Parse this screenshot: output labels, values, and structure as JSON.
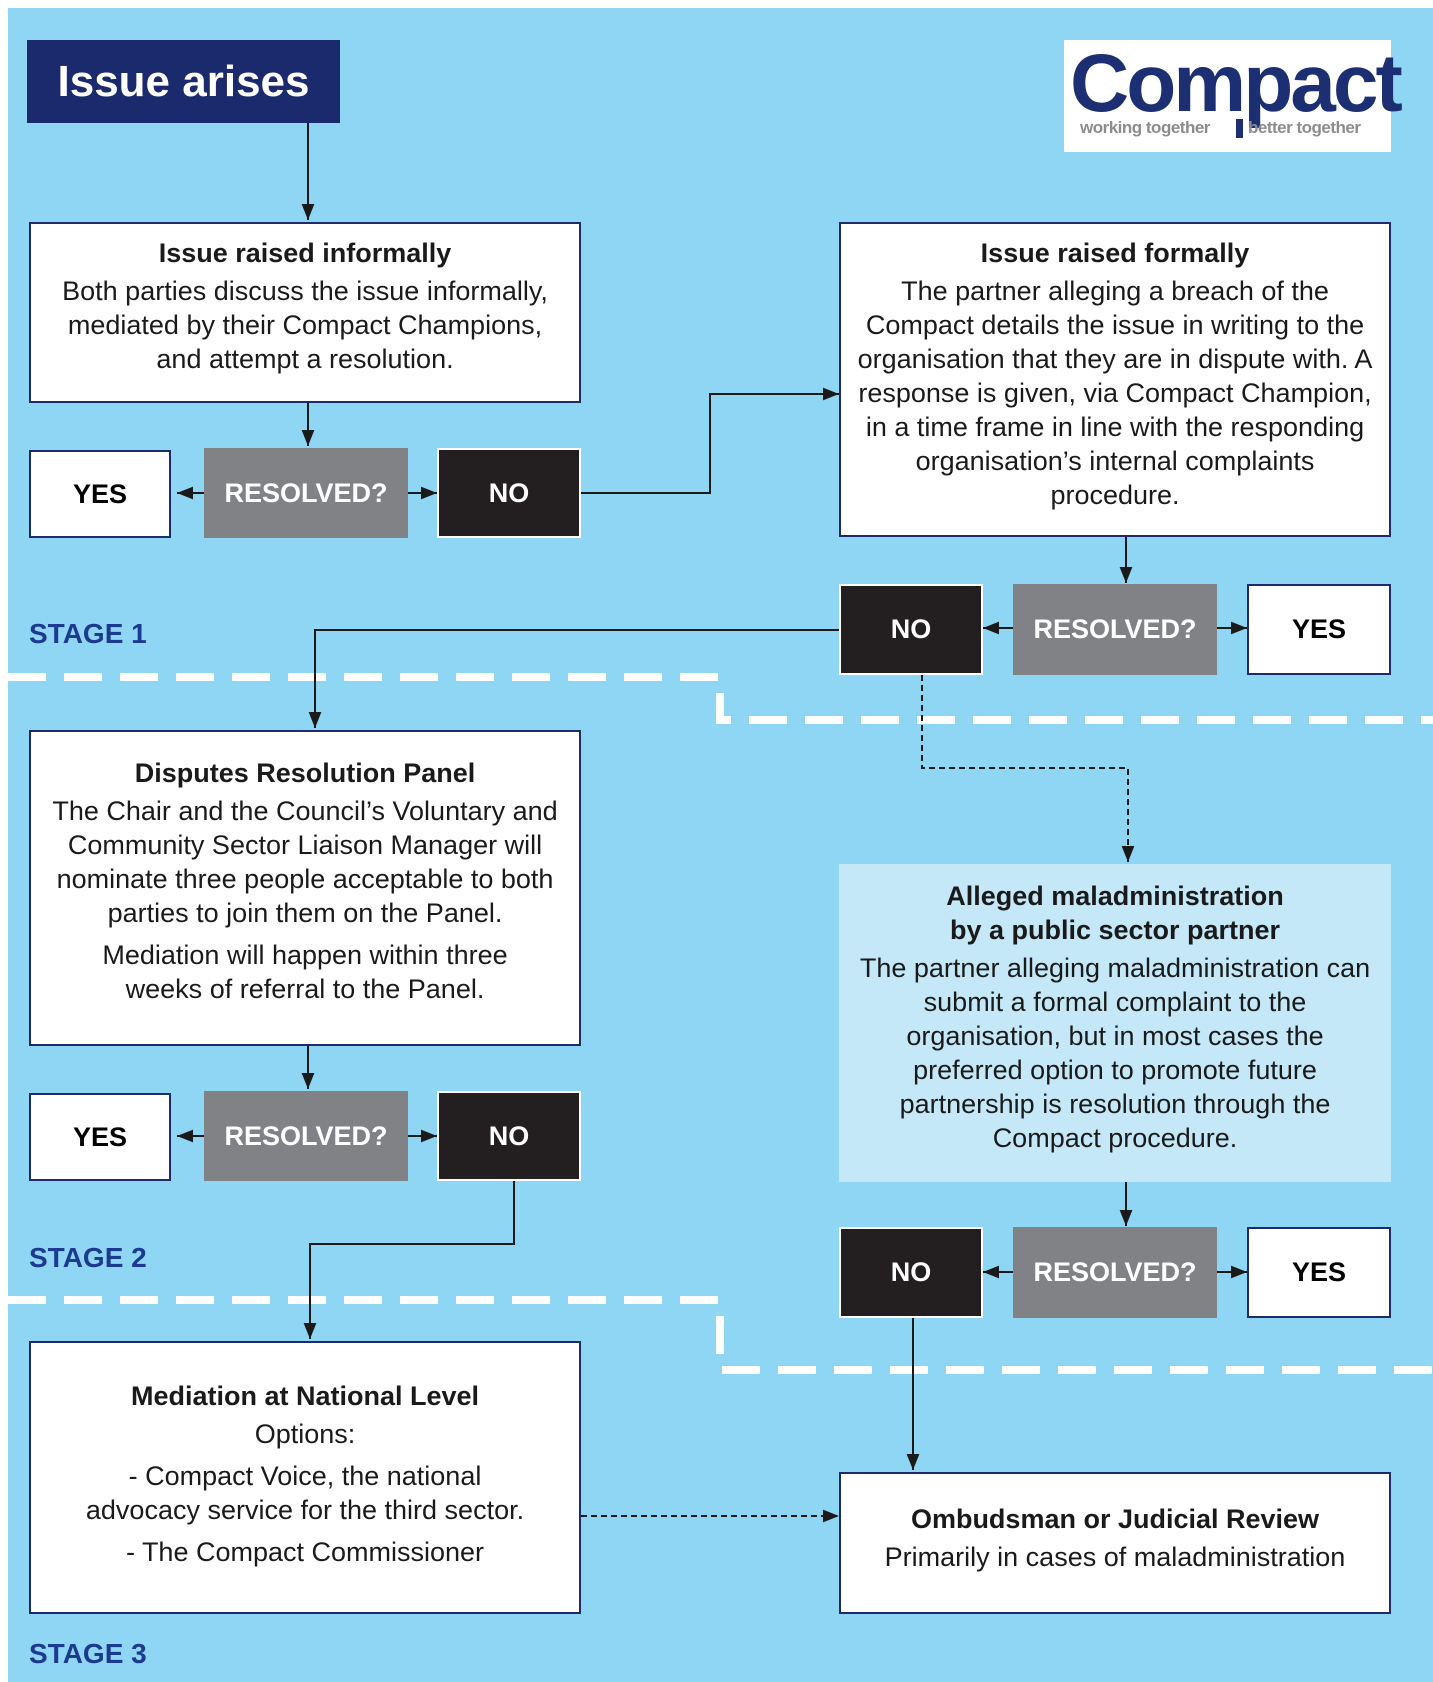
{
  "start": {
    "label": "Issue arises"
  },
  "logo": {
    "word": "Compact",
    "tag_left": "working together",
    "tag_right": "better together"
  },
  "informal": {
    "title": "Issue raised informally",
    "body": "Both parties discuss the issue informally, mediated by their Compact Champions, and attempt a resolution."
  },
  "formal": {
    "title": "Issue raised formally",
    "body": "The partner alleging a breach of the Compact details the issue in writing to the organisation that they are in dispute with. A response is given, via Compact Champion, in a time frame in line with the responding organisation’s internal complaints procedure."
  },
  "panel": {
    "title": "Disputes Resolution Panel",
    "body1": "The Chair and the Council’s Voluntary and Community Sector Liaison Manager will nominate three people acceptable to both parties to join them on the Panel.",
    "body2": "Mediation will happen within three weeks of referral to the Panel."
  },
  "maladmin": {
    "title": "Alleged maladministration by a public sector partner",
    "body": "The partner alleging maladministration can submit a formal complaint to the organisation, but in most cases the preferred option to promote future partnership is resolution through the Compact procedure."
  },
  "national": {
    "title": "Mediation at National Level",
    "options": "Options:",
    "option1": "- Compact Voice, the national advocacy service for the third sector.",
    "option2": "- The Compact Commissioner"
  },
  "ombudsman": {
    "title": "Ombudsman or Judicial Review",
    "body": "Primarily in cases of maladministration"
  },
  "decisions": {
    "yes": "YES",
    "no": "NO",
    "question": "RESOLVED?"
  },
  "stages": {
    "s1": "STAGE 1",
    "s2": "STAGE 2",
    "s3": "STAGE 3"
  },
  "colors": {
    "background": "#8fd6f5",
    "navy": "#1a2a6c",
    "grey": "#808285",
    "black": "#231f20",
    "light_box": "#c5e8f8"
  }
}
